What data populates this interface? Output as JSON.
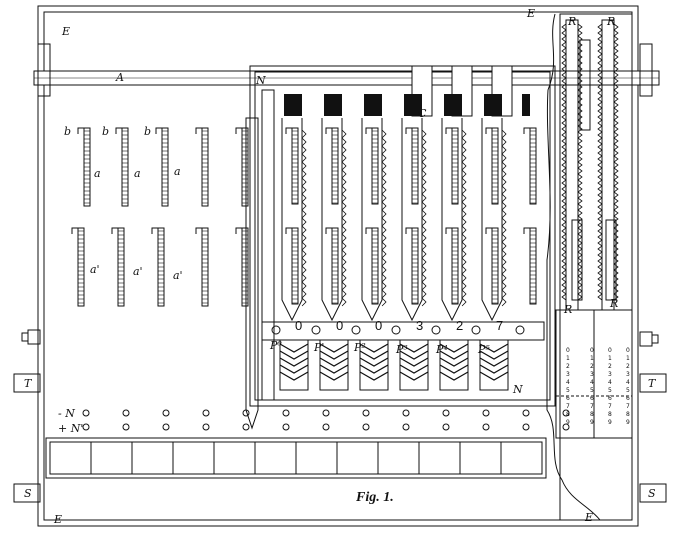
{
  "figure_caption": "Fig. 1.",
  "labels": {
    "E": "E",
    "A": "A",
    "N": "N",
    "C": "C",
    "b": "b",
    "a": "a",
    "a_prime": "a'",
    "T": "T",
    "S": "S",
    "R": "R",
    "minus_N": "- N",
    "plus_N_prime": "+ N'",
    "P0": "P⁰",
    "P1": "P'",
    "P2": "P²",
    "P3": "P³",
    "P4": "P⁴",
    "P5": "P⁵"
  },
  "register_digits": [
    "0",
    "0",
    "0",
    "3",
    "2",
    "7"
  ],
  "rack_digits": [
    "0",
    "1",
    "2",
    "3",
    "4",
    "5",
    "6",
    "7",
    "8",
    "9"
  ],
  "colors": {
    "ink": "#111111",
    "paper": "#ffffff"
  }
}
